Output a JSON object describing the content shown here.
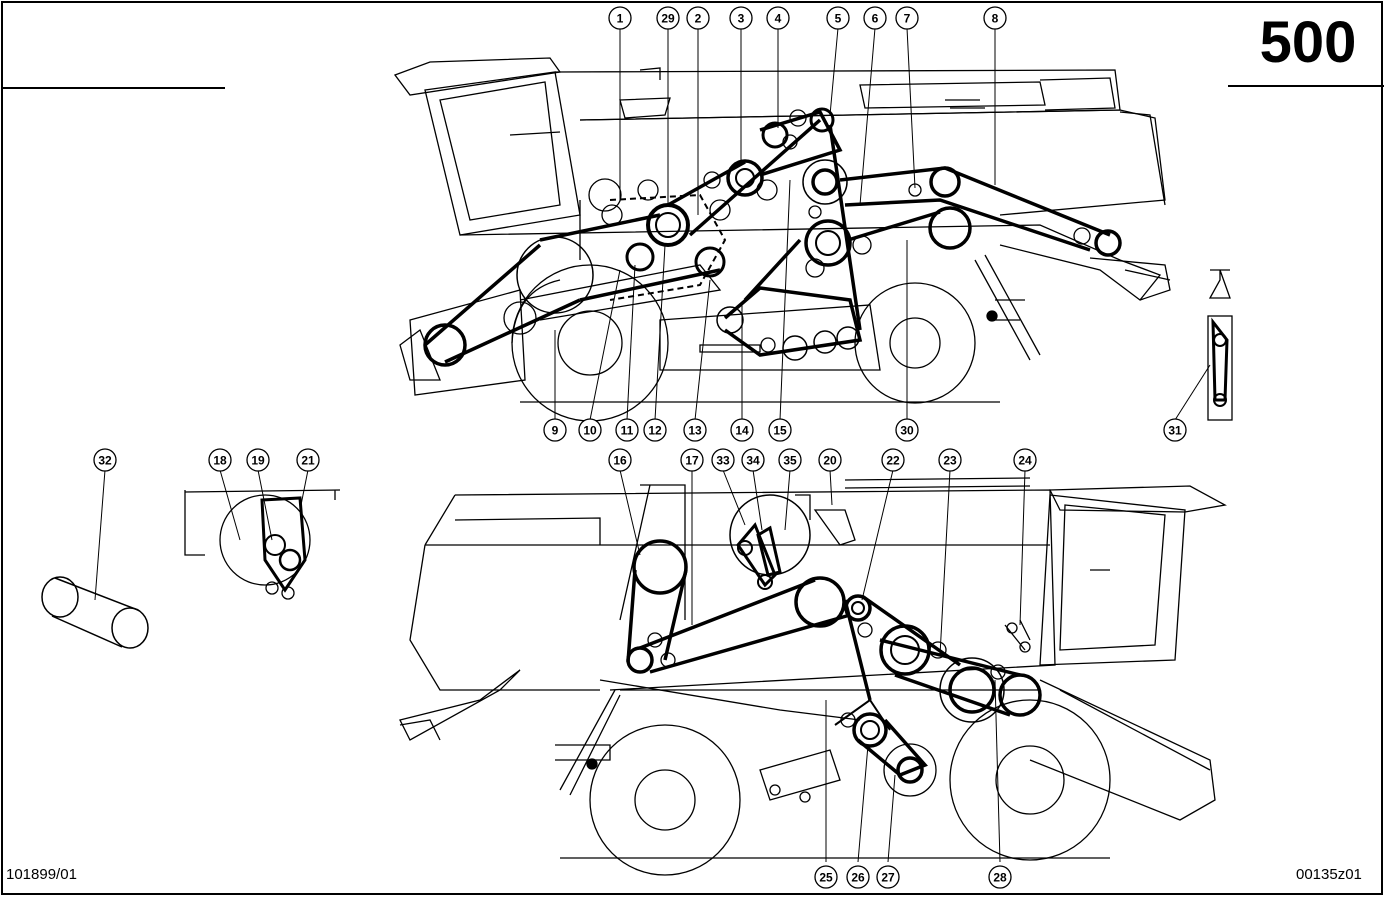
{
  "page_number": "500",
  "document_code": "101899/01",
  "drawing_code": "00135z01",
  "callouts": [
    "1",
    "29",
    "2",
    "3",
    "4",
    "5",
    "6",
    "7",
    "8",
    "9",
    "10",
    "11",
    "12",
    "13",
    "14",
    "15",
    "30",
    "31",
    "32",
    "18",
    "19",
    "21",
    "16",
    "17",
    "33",
    "34",
    "35",
    "20",
    "22",
    "23",
    "24",
    "25",
    "26",
    "27",
    "28"
  ]
}
